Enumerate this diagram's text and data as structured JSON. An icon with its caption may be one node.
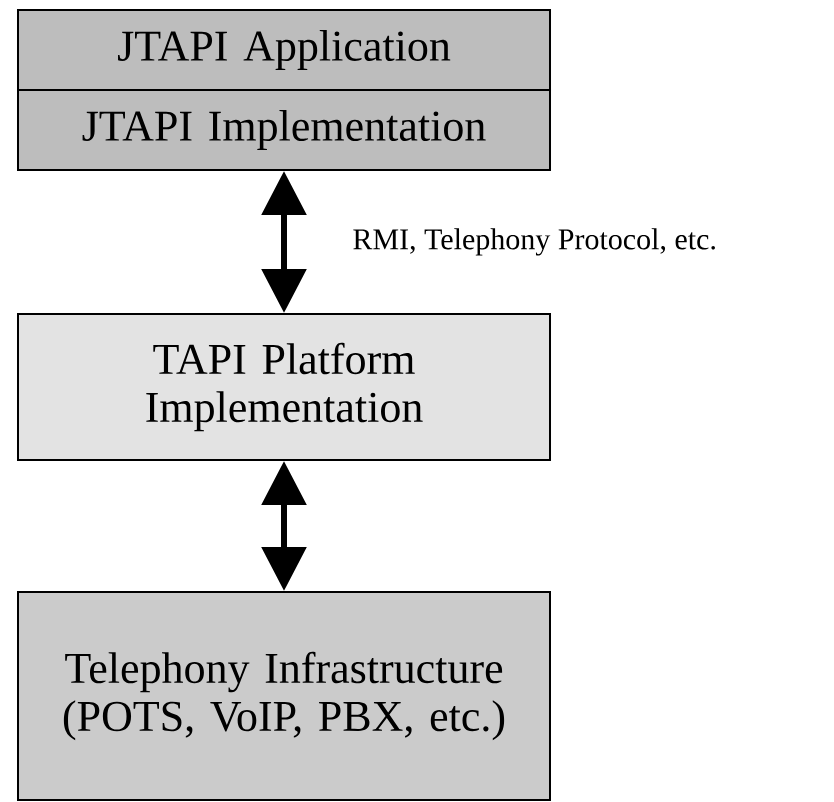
{
  "diagram": {
    "nodes": [
      {
        "text": [
          "JTAPI Application"
        ]
      },
      {
        "text": [
          "JTAPI Implementation"
        ]
      },
      {
        "text": [
          "TAPI Platform Implementation"
        ]
      },
      {
        "text": [
          "Telephony Infrastructure (POTS, VoIP, PBX, etc.)"
        ]
      }
    ],
    "edges": [
      {
        "from": 1,
        "to": 2,
        "arrow": "both",
        "label": "RMI, Telephony Protocol, etc."
      },
      {
        "from": 2,
        "to": 3,
        "arrow": "both"
      }
    ]
  }
}
